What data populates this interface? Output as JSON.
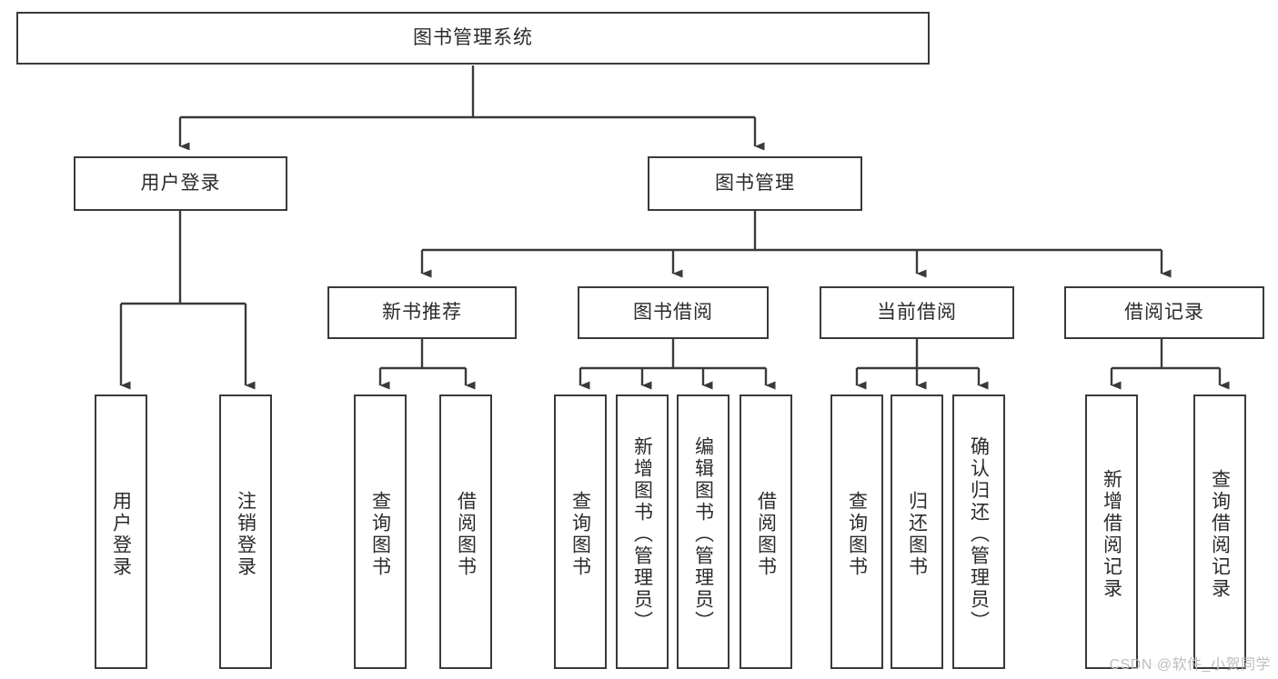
{
  "diagram": {
    "type": "tree",
    "title": "图书管理系统",
    "background_color": "#ffffff",
    "line_color": "#3a3a3a",
    "text_color": "#2b2b2b",
    "nodes": {
      "root": {
        "label": "图书管理系统"
      },
      "level2": [
        {
          "label": "用户登录"
        },
        {
          "label": "图书管理"
        }
      ],
      "level3": [
        {
          "label": "新书推荐"
        },
        {
          "label": "图书借阅"
        },
        {
          "label": "当前借阅"
        },
        {
          "label": "借阅记录"
        }
      ],
      "leaves": [
        {
          "label": "用户登录"
        },
        {
          "label": "注销登录"
        },
        {
          "label": "查询图书"
        },
        {
          "label": "借阅图书"
        },
        {
          "label": "查询图书"
        },
        {
          "label": "新增图书（管理员）"
        },
        {
          "label": "编辑图书（管理员）"
        },
        {
          "label": "借阅图书"
        },
        {
          "label": "查询图书"
        },
        {
          "label": "归还图书"
        },
        {
          "label": "确认归还（管理员）"
        },
        {
          "label": "新增借阅记录"
        },
        {
          "label": "查询借阅记录"
        }
      ]
    }
  },
  "watermark": {
    "text": "CSDN @软件_小贺同学"
  }
}
